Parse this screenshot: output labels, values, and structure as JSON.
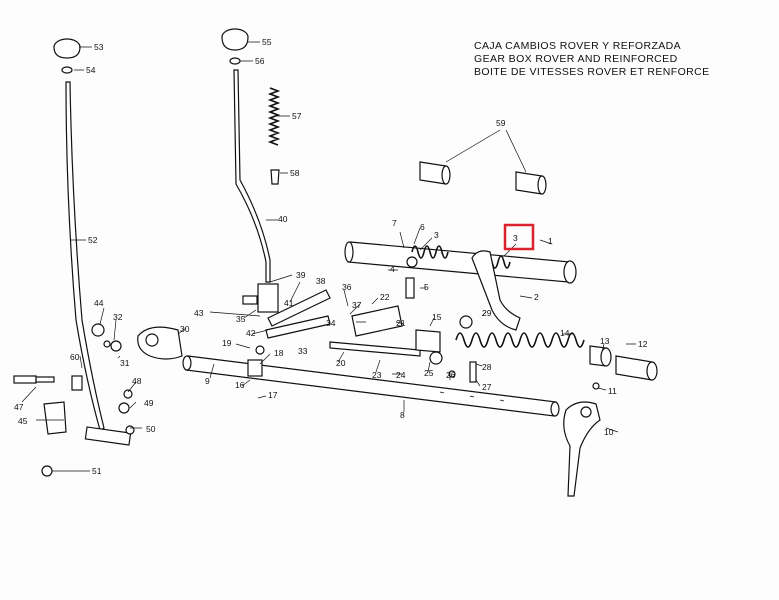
{
  "title": {
    "line1": "CAJA CAMBIOS ROVER Y REFORZADA",
    "line2": "GEAR BOX ROVER AND REINFORCED",
    "line3": "BOITE DE VITESSES ROVER ET RENFORCE"
  },
  "highlight": {
    "part": "3",
    "color": "#d9232d"
  },
  "part_labels": [
    "1",
    "2",
    "3",
    "3",
    "4",
    "5",
    "6",
    "7",
    "8",
    "9",
    "10",
    "11",
    "12",
    "13",
    "14",
    "15",
    "16",
    "17",
    "18",
    "19",
    "20",
    "21",
    "22",
    "23",
    "24",
    "25",
    "26",
    "27",
    "28",
    "29",
    "30",
    "31",
    "32",
    "33",
    "34",
    "35",
    "36",
    "37",
    "38",
    "39",
    "40",
    "41",
    "42",
    "43",
    "44",
    "45",
    "47",
    "48",
    "49",
    "50",
    "51",
    "52",
    "53",
    "54",
    "55",
    "56",
    "57",
    "58",
    "59",
    "60"
  ]
}
